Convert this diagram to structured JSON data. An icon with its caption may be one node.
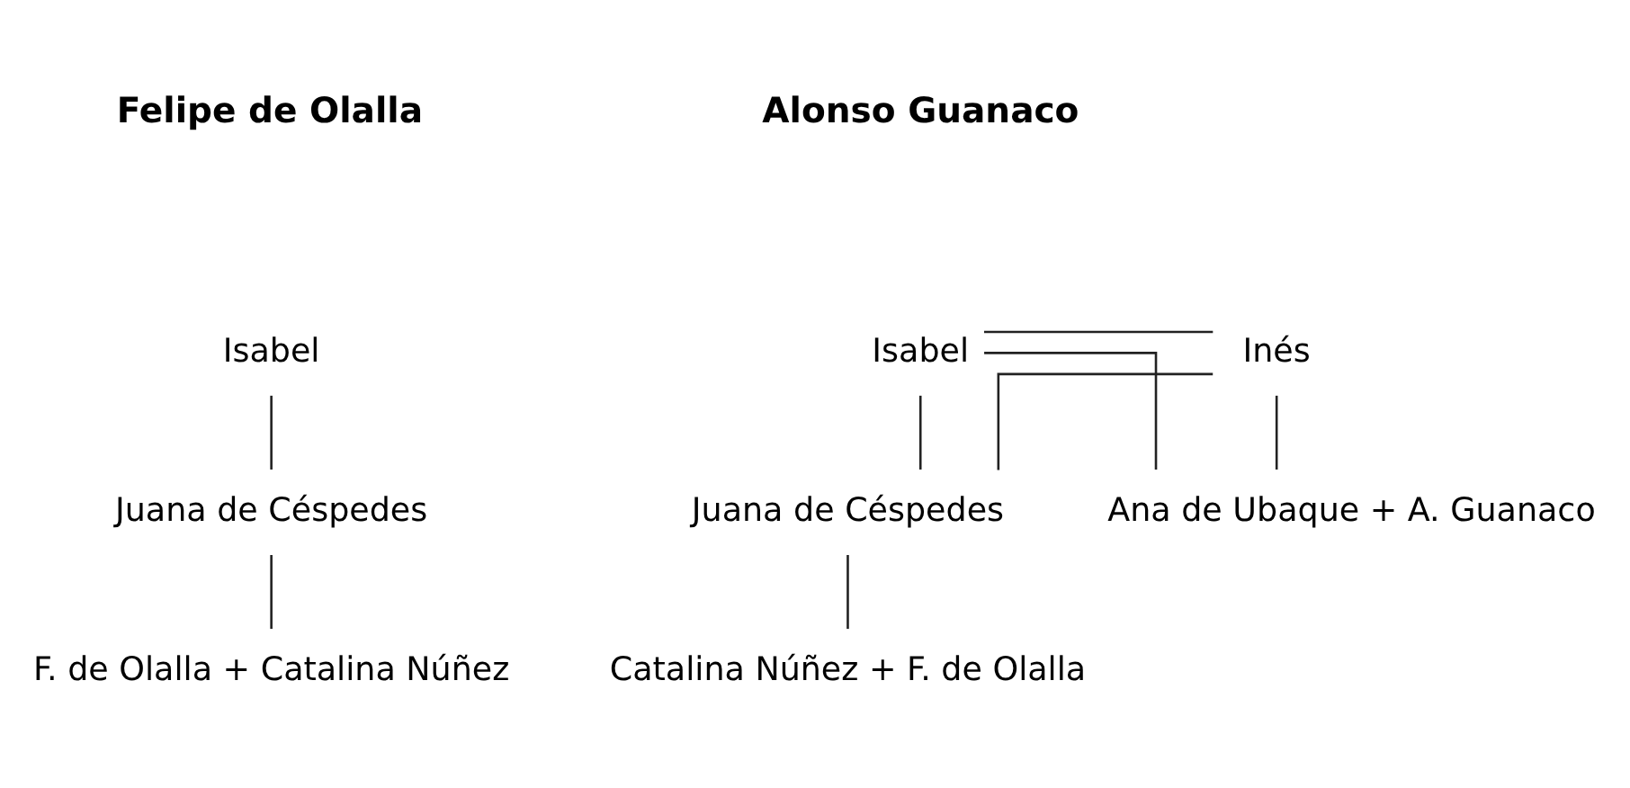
{
  "diagram": {
    "nodes": [
      {
        "text": [
          "Isabel"
        ]
      },
      {
        "text": [
          "Juana de Céspedes"
        ]
      },
      {
        "text": [
          "F. de Olalla + Catalina Núñez"
        ]
      },
      {
        "text": [
          "Isabel"
        ]
      },
      {
        "text": [
          "Inés"
        ]
      },
      {
        "text": [
          "Juana de Céspedes"
        ]
      },
      {
        "text": [
          "Ana de Ubaque + A. Guanaco"
        ]
      },
      {
        "text": [
          "Catalina Núñez + F. de Olalla"
        ]
      }
    ],
    "edges": [
      {
        "from": 0,
        "to": 1,
        "arrow": "none"
      },
      {
        "from": 1,
        "to": 2,
        "arrow": "none"
      },
      {
        "from": 3,
        "to": 4,
        "arrow": "none"
      },
      {
        "from": 3,
        "to": 5,
        "arrow": "none"
      },
      {
        "from": 3,
        "to": 6,
        "arrow": "none"
      },
      {
        "from": 4,
        "to": 5,
        "arrow": "none"
      },
      {
        "from": 4,
        "to": 6,
        "arrow": "none"
      },
      {
        "from": 5,
        "to": 7,
        "arrow": "none"
      }
    ],
    "labels": [
      "Felipe de Olalla",
      "Alonso Guanaco"
    ]
  }
}
